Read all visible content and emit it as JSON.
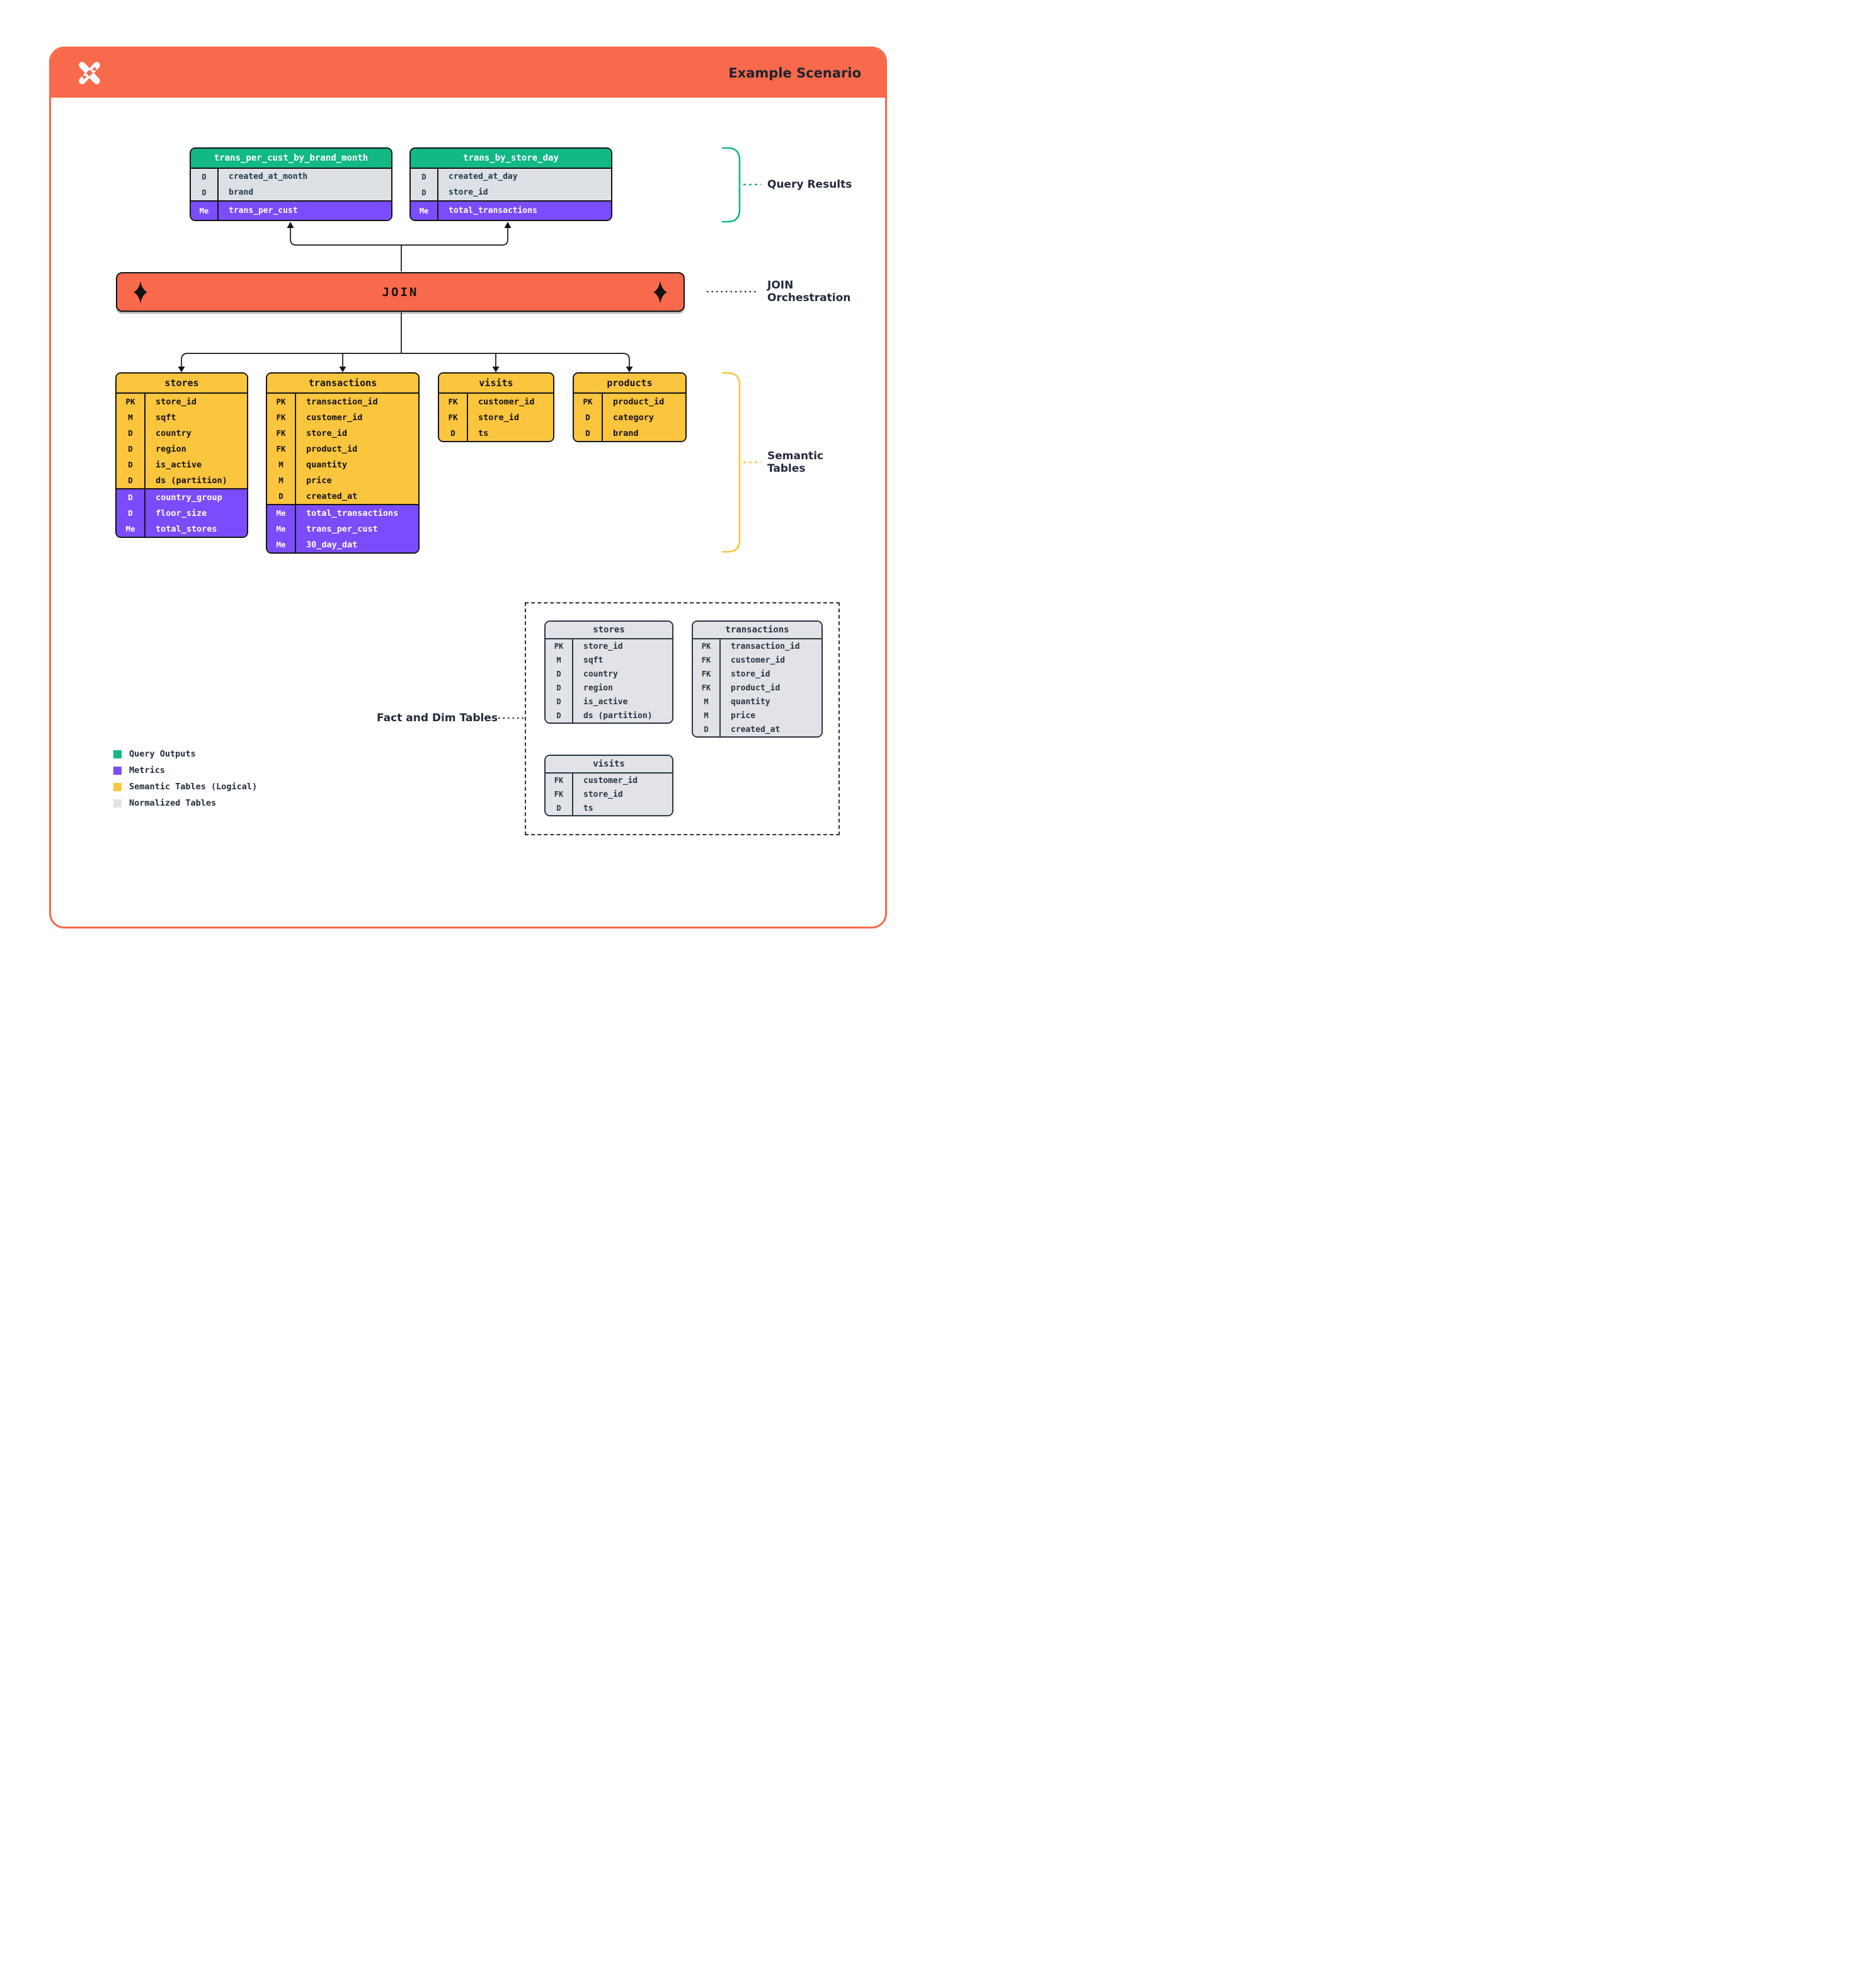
{
  "header": {
    "title": "Example Scenario",
    "logo": "dagster-mark"
  },
  "join": {
    "label": "JOIN"
  },
  "annotations": {
    "query_results": "Query Results",
    "join_orchestration": "JOIN\nOrchestration",
    "semantic_tables": "Semantic\nTables",
    "fact_dim": "Fact and Dim Tables"
  },
  "legend": [
    {
      "label": "Query Outputs",
      "color": "#12B886"
    },
    {
      "label": "Metrics",
      "color": "#7B4CFB"
    },
    {
      "label": "Semantic Tables (Logical)",
      "color": "#FBC53E"
    },
    {
      "label": "Normalized Tables",
      "color": "#E1E3E7"
    }
  ],
  "colors": {
    "accent_orange": "#F9694B",
    "query_output_green": "#12B886",
    "metric_purple": "#7B4CFB",
    "semantic_yellow": "#FBC53E",
    "normalized_gray": "#E1E3E7"
  },
  "tables": {
    "query": [
      {
        "title": "trans_per_cust_by_brand_month",
        "rows": [
          {
            "key": "D",
            "field": "created_at_month",
            "section": "dim"
          },
          {
            "key": "D",
            "field": "brand",
            "section": "dim"
          },
          {
            "key": "Me",
            "field": "trans_per_cust",
            "section": "metric"
          }
        ]
      },
      {
        "title": "trans_by_store_day",
        "rows": [
          {
            "key": "D",
            "field": "created_at_day",
            "section": "dim"
          },
          {
            "key": "D",
            "field": "store_id",
            "section": "dim"
          },
          {
            "key": "Me",
            "field": "total_transactions",
            "section": "metric"
          }
        ]
      }
    ],
    "semantic": [
      {
        "title": "stores",
        "rows": [
          {
            "key": "PK",
            "field": "store_id",
            "section": "dim"
          },
          {
            "key": "M",
            "field": "sqft",
            "section": "dim"
          },
          {
            "key": "D",
            "field": "country",
            "section": "dim"
          },
          {
            "key": "D",
            "field": "region",
            "section": "dim"
          },
          {
            "key": "D",
            "field": "is_active",
            "section": "dim"
          },
          {
            "key": "D",
            "field": "ds (partition)",
            "section": "dim"
          },
          {
            "key": "D",
            "field": "country_group",
            "section": "metric"
          },
          {
            "key": "D",
            "field": "floor_size",
            "section": "metric"
          },
          {
            "key": "Me",
            "field": "total_stores",
            "section": "metric"
          }
        ]
      },
      {
        "title": "transactions",
        "rows": [
          {
            "key": "PK",
            "field": "transaction_id",
            "section": "dim"
          },
          {
            "key": "FK",
            "field": "customer_id",
            "section": "dim"
          },
          {
            "key": "FK",
            "field": "store_id",
            "section": "dim"
          },
          {
            "key": "FK",
            "field": "product_id",
            "section": "dim"
          },
          {
            "key": "M",
            "field": "quantity",
            "section": "dim"
          },
          {
            "key": "M",
            "field": "price",
            "section": "dim"
          },
          {
            "key": "D",
            "field": "created_at",
            "section": "dim"
          },
          {
            "key": "Me",
            "field": "total_transactions",
            "section": "metric"
          },
          {
            "key": "Me",
            "field": "trans_per_cust",
            "section": "metric"
          },
          {
            "key": "Me",
            "field": "30_day_dat",
            "section": "metric"
          }
        ]
      },
      {
        "title": "visits",
        "rows": [
          {
            "key": "FK",
            "field": "customer_id",
            "section": "dim"
          },
          {
            "key": "FK",
            "field": "store_id",
            "section": "dim"
          },
          {
            "key": "D",
            "field": "ts",
            "section": "dim"
          }
        ]
      },
      {
        "title": "products",
        "rows": [
          {
            "key": "PK",
            "field": "product_id",
            "section": "dim"
          },
          {
            "key": "D",
            "field": "category",
            "section": "dim"
          },
          {
            "key": "D",
            "field": "brand",
            "section": "dim"
          }
        ]
      }
    ],
    "normalized": [
      {
        "title": "stores",
        "rows": [
          {
            "key": "PK",
            "field": "store_id",
            "section": "dim"
          },
          {
            "key": "M",
            "field": "sqft",
            "section": "dim"
          },
          {
            "key": "D",
            "field": "country",
            "section": "dim"
          },
          {
            "key": "D",
            "field": "region",
            "section": "dim"
          },
          {
            "key": "D",
            "field": "is_active",
            "section": "dim"
          },
          {
            "key": "D",
            "field": "ds (partition)",
            "section": "dim"
          }
        ]
      },
      {
        "title": "transactions",
        "rows": [
          {
            "key": "PK",
            "field": "transaction_id",
            "section": "dim"
          },
          {
            "key": "FK",
            "field": "customer_id",
            "section": "dim"
          },
          {
            "key": "FK",
            "field": "store_id",
            "section": "dim"
          },
          {
            "key": "FK",
            "field": "product_id",
            "section": "dim"
          },
          {
            "key": "M",
            "field": "quantity",
            "section": "dim"
          },
          {
            "key": "M",
            "field": "price",
            "section": "dim"
          },
          {
            "key": "D",
            "field": "created_at",
            "section": "dim"
          }
        ]
      },
      {
        "title": "visits",
        "rows": [
          {
            "key": "FK",
            "field": "customer_id",
            "section": "dim"
          },
          {
            "key": "FK",
            "field": "store_id",
            "section": "dim"
          },
          {
            "key": "D",
            "field": "ts",
            "section": "dim"
          }
        ]
      }
    ]
  }
}
